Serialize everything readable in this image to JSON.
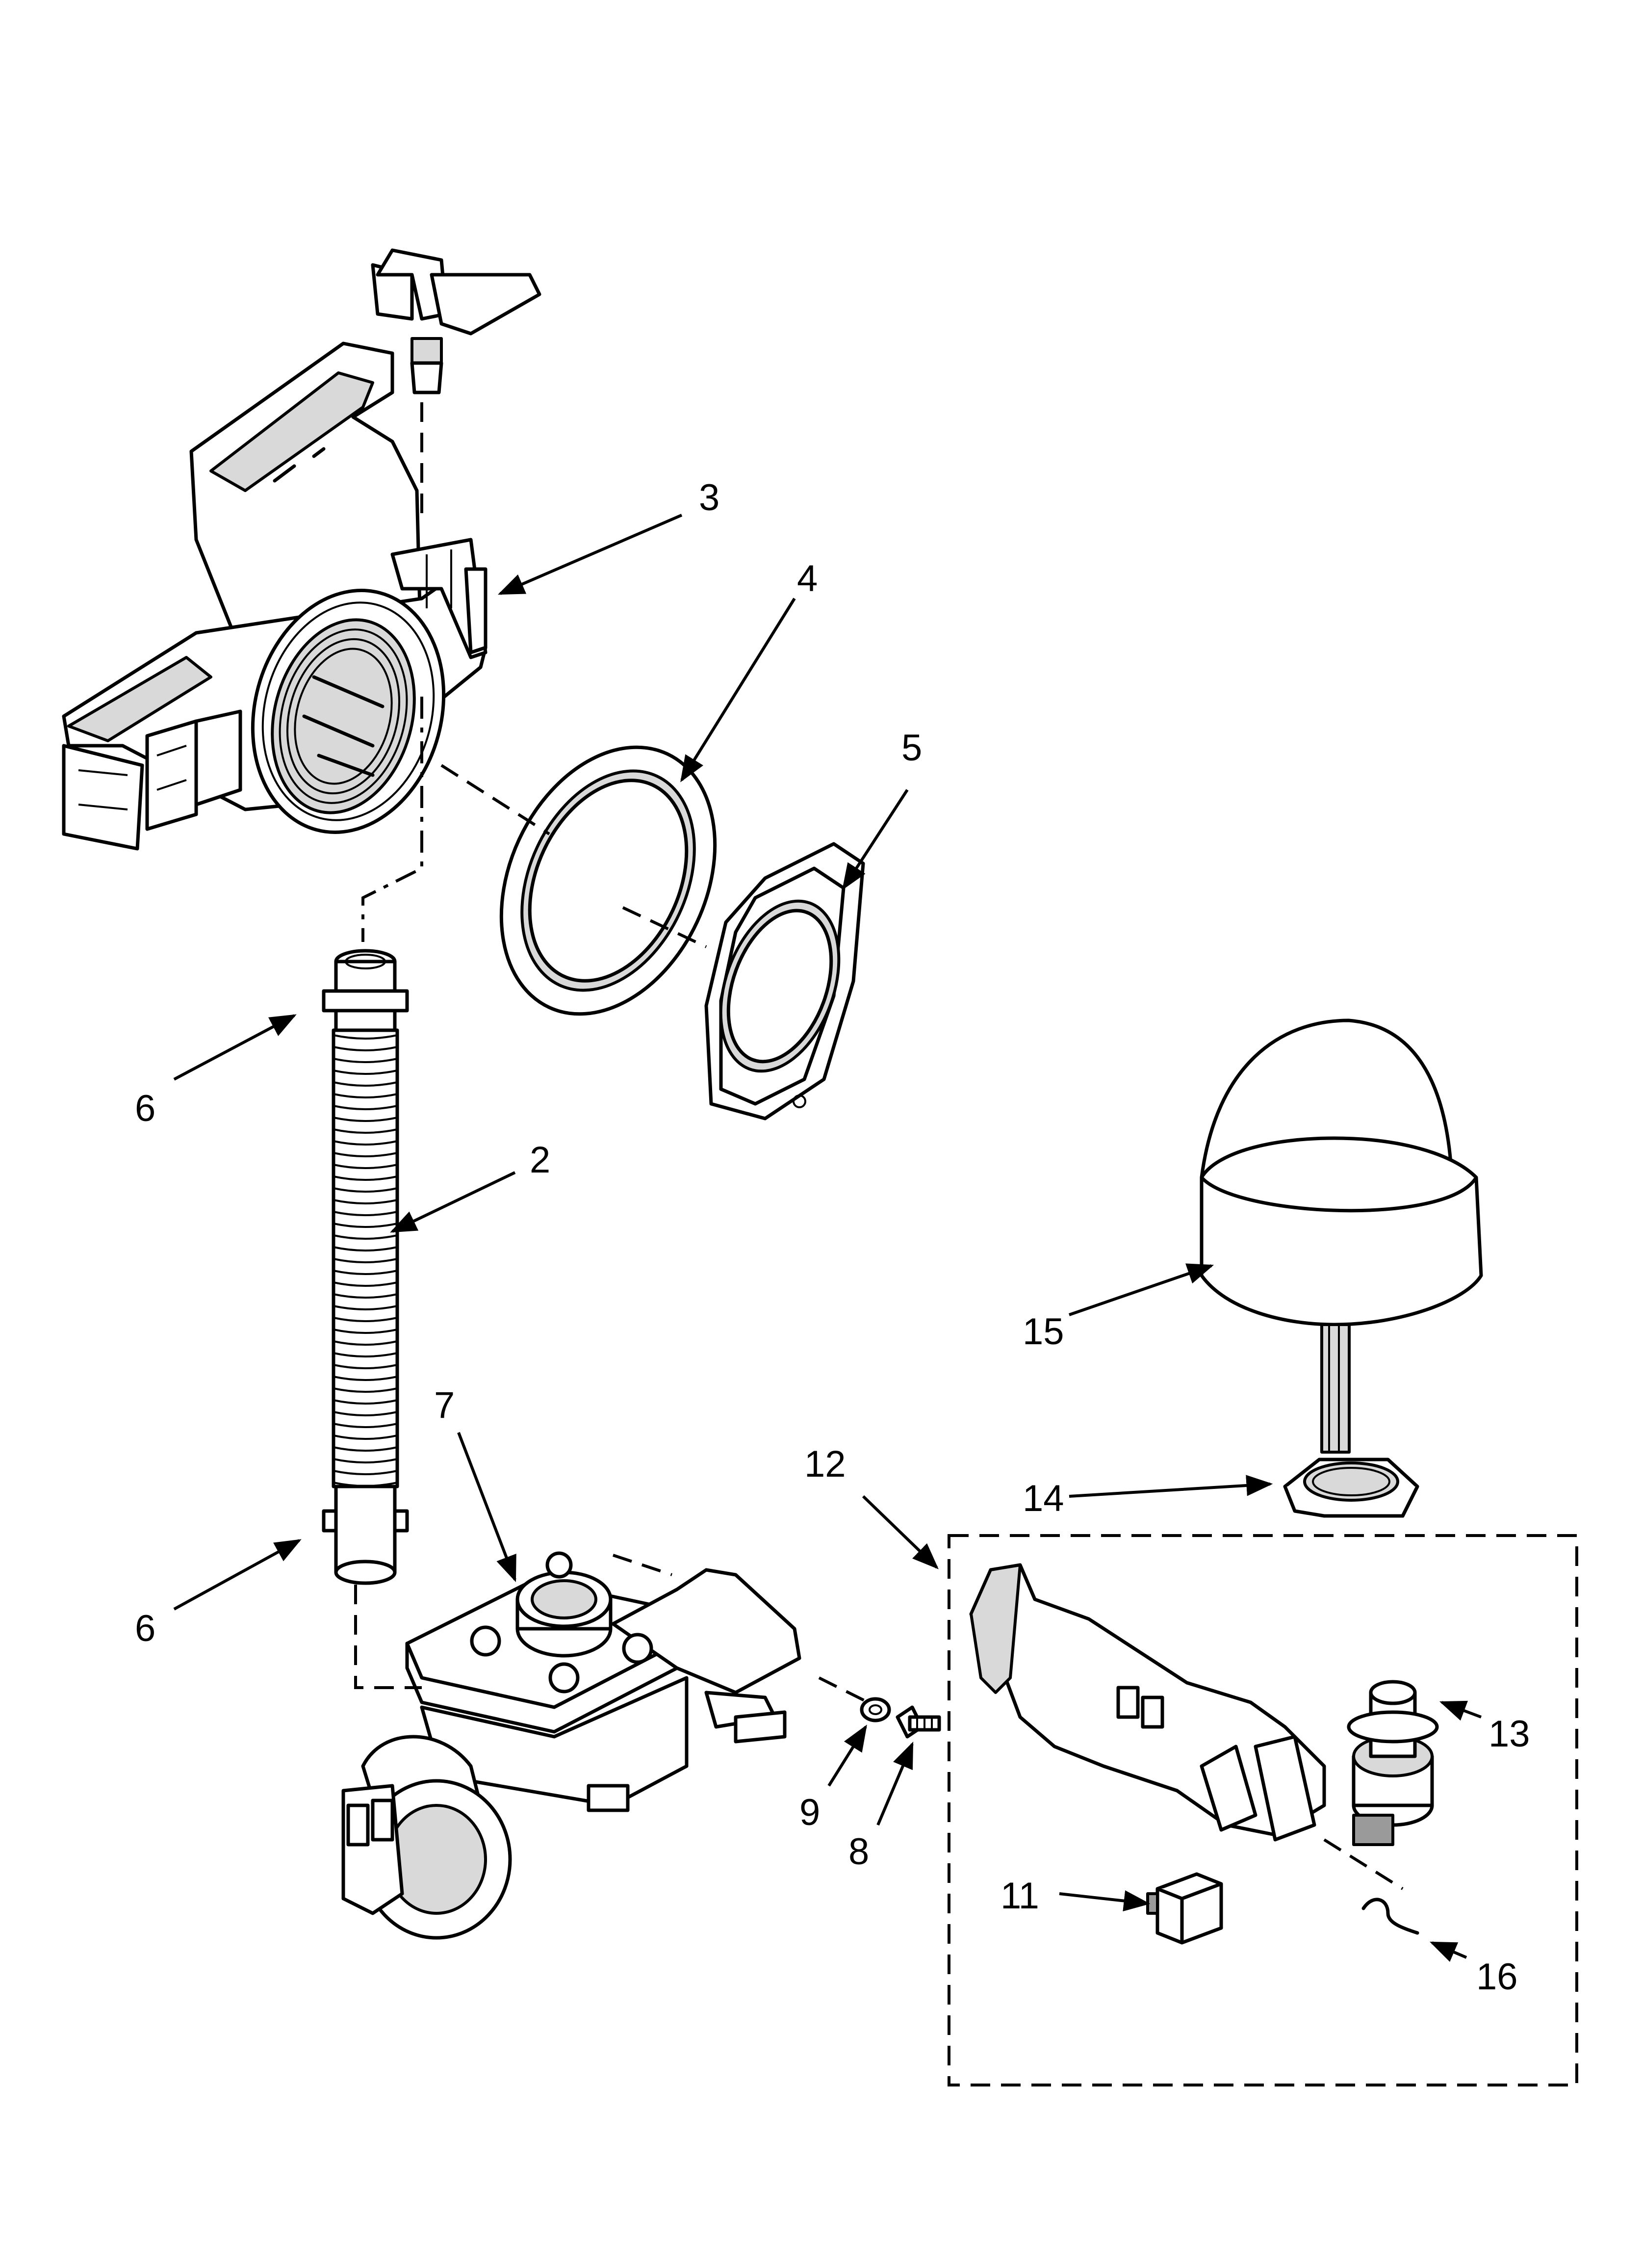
{
  "diagram": {
    "callouts": [
      {
        "id": "3",
        "text": "3"
      },
      {
        "id": "4",
        "text": "4"
      },
      {
        "id": "5",
        "text": "5"
      },
      {
        "id": "6a",
        "text": "6"
      },
      {
        "id": "2",
        "text": "2"
      },
      {
        "id": "15",
        "text": "15"
      },
      {
        "id": "7",
        "text": "7"
      },
      {
        "id": "12",
        "text": "12"
      },
      {
        "id": "14",
        "text": "14"
      },
      {
        "id": "6b",
        "text": "6"
      },
      {
        "id": "13",
        "text": "13"
      },
      {
        "id": "9",
        "text": "9"
      },
      {
        "id": "8",
        "text": "8"
      },
      {
        "id": "11",
        "text": "11"
      },
      {
        "id": "16",
        "text": "16"
      }
    ]
  }
}
